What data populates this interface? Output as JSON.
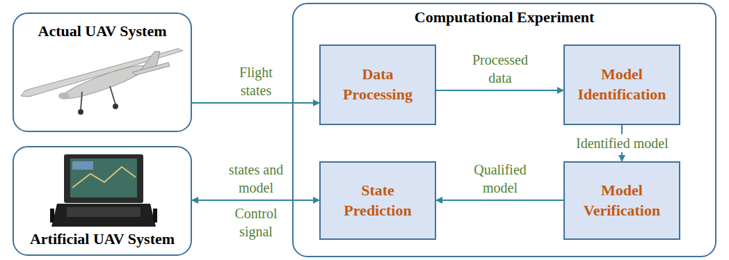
{
  "diagram": {
    "nodes": [
      {
        "text": [
          "Actual UAV System"
        ]
      },
      {
        "text": [
          "Computational Experiment"
        ]
      },
      {
        "text": [
          "Data Processing"
        ],
        "in": 1
      },
      {
        "text": [
          "Model Identification"
        ],
        "in": 1
      },
      {
        "text": [
          "Artificial UAV System"
        ]
      },
      {
        "text": [
          "State Prediction"
        ],
        "in": 1
      },
      {
        "text": [
          "Model Verification"
        ],
        "in": 1
      }
    ],
    "edges": [
      {
        "from": 0,
        "to": 2,
        "label": "Flight states",
        "arrow": "to"
      },
      {
        "from": 2,
        "to": 3,
        "label": "Processed data",
        "arrow": "to"
      },
      {
        "from": 3,
        "to": 6,
        "label": "Identified model",
        "arrow": "to"
      },
      {
        "from": 6,
        "to": 5,
        "label": "Qualified model",
        "arrow": "to"
      },
      {
        "from": 5,
        "to": 4,
        "label": "states and model",
        "arrow": "both"
      }
    ],
    "labels": [
      "Control signal"
    ]
  }
}
